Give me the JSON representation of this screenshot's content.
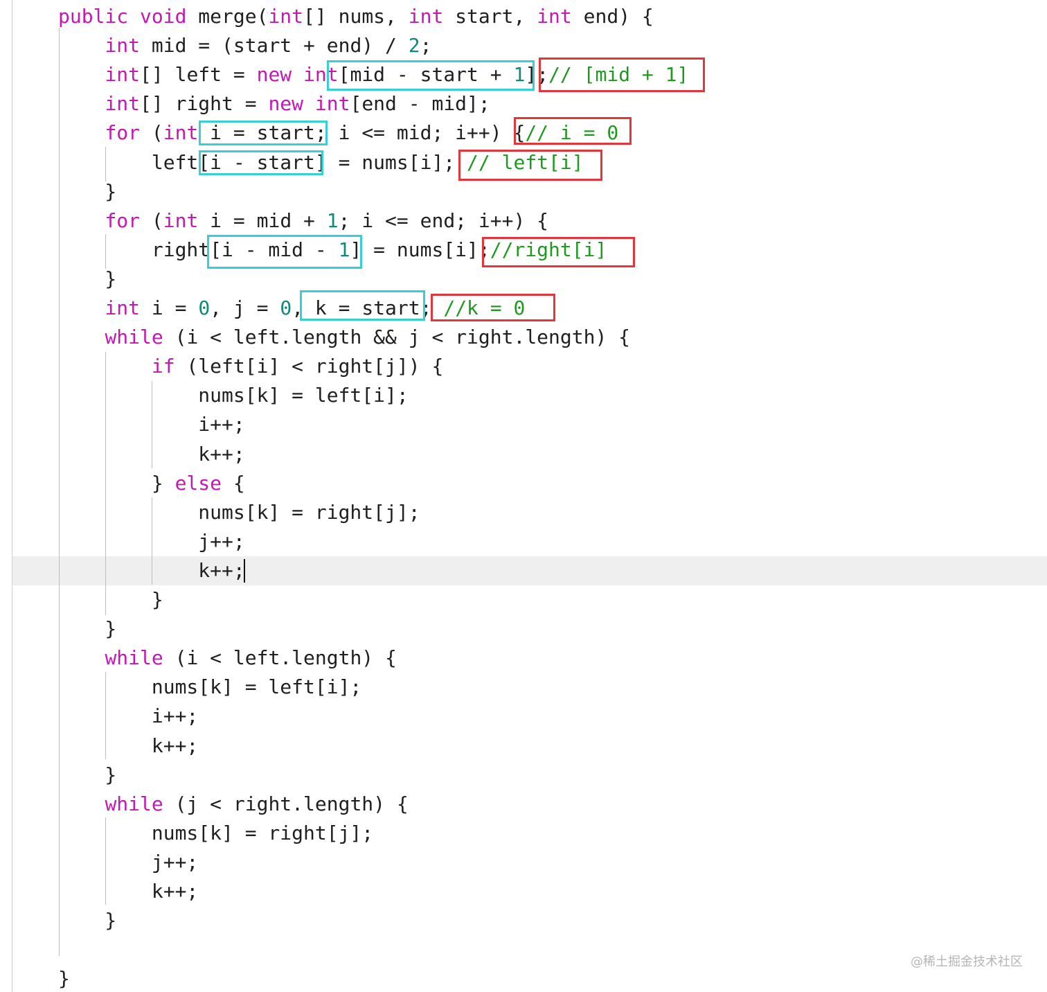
{
  "editor": {
    "code_lines": [
      {
        "tokens": [
          {
            "t": "public void ",
            "k": "kw"
          },
          {
            "t": "merge(",
            "k": "plain"
          },
          {
            "t": "int",
            "k": "kw"
          },
          {
            "t": "[] nums, ",
            "k": "plain"
          },
          {
            "t": "int",
            "k": "kw"
          },
          {
            "t": " start, ",
            "k": "plain"
          },
          {
            "t": "int",
            "k": "kw"
          },
          {
            "t": " end) {",
            "k": "plain"
          }
        ]
      },
      {
        "tokens": [
          {
            "t": "    ",
            "k": "plain"
          },
          {
            "t": "int",
            "k": "kw"
          },
          {
            "t": " mid = (start + end) / ",
            "k": "plain"
          },
          {
            "t": "2",
            "k": "num"
          },
          {
            "t": ";",
            "k": "plain"
          }
        ]
      },
      {
        "tokens": [
          {
            "t": "    ",
            "k": "plain"
          },
          {
            "t": "int",
            "k": "kw"
          },
          {
            "t": "[] left = ",
            "k": "plain"
          },
          {
            "t": "new int",
            "k": "kw"
          },
          {
            "t": "[mid - start + ",
            "k": "plain"
          },
          {
            "t": "1",
            "k": "num"
          },
          {
            "t": "];",
            "k": "plain"
          },
          {
            "t": "// [mid + 1]",
            "k": "com"
          }
        ]
      },
      {
        "tokens": [
          {
            "t": "    ",
            "k": "plain"
          },
          {
            "t": "int",
            "k": "kw"
          },
          {
            "t": "[] right = ",
            "k": "plain"
          },
          {
            "t": "new int",
            "k": "kw"
          },
          {
            "t": "[end - mid];",
            "k": "plain"
          }
        ]
      },
      {
        "tokens": [
          {
            "t": "    ",
            "k": "plain"
          },
          {
            "t": "for",
            "k": "kw"
          },
          {
            "t": " (",
            "k": "plain"
          },
          {
            "t": "int",
            "k": "kw"
          },
          {
            "t": " i = start; i <= mid; i++) {",
            "k": "plain"
          },
          {
            "t": "// i = 0",
            "k": "com"
          }
        ]
      },
      {
        "tokens": [
          {
            "t": "        left[i - start] = nums[i]; ",
            "k": "plain"
          },
          {
            "t": "// left[i]",
            "k": "com"
          }
        ]
      },
      {
        "tokens": [
          {
            "t": "    }",
            "k": "plain"
          }
        ]
      },
      {
        "tokens": [
          {
            "t": "    ",
            "k": "plain"
          },
          {
            "t": "for",
            "k": "kw"
          },
          {
            "t": " (",
            "k": "plain"
          },
          {
            "t": "int",
            "k": "kw"
          },
          {
            "t": " i = mid + ",
            "k": "plain"
          },
          {
            "t": "1",
            "k": "num"
          },
          {
            "t": "; i <= end; i++) {",
            "k": "plain"
          }
        ]
      },
      {
        "tokens": [
          {
            "t": "        right[i - mid - ",
            "k": "plain"
          },
          {
            "t": "1",
            "k": "num"
          },
          {
            "t": "] = nums[i];",
            "k": "plain"
          },
          {
            "t": "//right[i]",
            "k": "com"
          }
        ]
      },
      {
        "tokens": [
          {
            "t": "    }",
            "k": "plain"
          }
        ]
      },
      {
        "tokens": [
          {
            "t": "    ",
            "k": "plain"
          },
          {
            "t": "int",
            "k": "kw"
          },
          {
            "t": " i = ",
            "k": "plain"
          },
          {
            "t": "0",
            "k": "num"
          },
          {
            "t": ", j = ",
            "k": "plain"
          },
          {
            "t": "0",
            "k": "num"
          },
          {
            "t": ", k = start; ",
            "k": "plain"
          },
          {
            "t": "//k = 0",
            "k": "com"
          }
        ]
      },
      {
        "tokens": [
          {
            "t": "    ",
            "k": "plain"
          },
          {
            "t": "while",
            "k": "kw"
          },
          {
            "t": " (i < left.length && j < right.length) {",
            "k": "plain"
          }
        ]
      },
      {
        "tokens": [
          {
            "t": "        ",
            "k": "plain"
          },
          {
            "t": "if",
            "k": "kw"
          },
          {
            "t": " (left[i] < right[j]) {",
            "k": "plain"
          }
        ]
      },
      {
        "tokens": [
          {
            "t": "            nums[k] = left[i];",
            "k": "plain"
          }
        ]
      },
      {
        "tokens": [
          {
            "t": "            i++;",
            "k": "plain"
          }
        ]
      },
      {
        "tokens": [
          {
            "t": "            k++;",
            "k": "plain"
          }
        ]
      },
      {
        "tokens": [
          {
            "t": "        } ",
            "k": "plain"
          },
          {
            "t": "else",
            "k": "kw"
          },
          {
            "t": " {",
            "k": "plain"
          }
        ]
      },
      {
        "tokens": [
          {
            "t": "            nums[k] = right[j];",
            "k": "plain"
          }
        ]
      },
      {
        "tokens": [
          {
            "t": "            j++;",
            "k": "plain"
          }
        ]
      },
      {
        "tokens": [
          {
            "t": "            k++;",
            "k": "plain"
          }
        ]
      },
      {
        "tokens": [
          {
            "t": "        }",
            "k": "plain"
          }
        ]
      },
      {
        "tokens": [
          {
            "t": "    }",
            "k": "plain"
          }
        ]
      },
      {
        "tokens": [
          {
            "t": "    ",
            "k": "plain"
          },
          {
            "t": "while",
            "k": "kw"
          },
          {
            "t": " (i < left.length) {",
            "k": "plain"
          }
        ]
      },
      {
        "tokens": [
          {
            "t": "        nums[k] = left[i];",
            "k": "plain"
          }
        ]
      },
      {
        "tokens": [
          {
            "t": "        i++;",
            "k": "plain"
          }
        ]
      },
      {
        "tokens": [
          {
            "t": "        k++;",
            "k": "plain"
          }
        ]
      },
      {
        "tokens": [
          {
            "t": "    }",
            "k": "plain"
          }
        ]
      },
      {
        "tokens": [
          {
            "t": "    ",
            "k": "plain"
          },
          {
            "t": "while",
            "k": "kw"
          },
          {
            "t": " (j < right.length) {",
            "k": "plain"
          }
        ]
      },
      {
        "tokens": [
          {
            "t": "        nums[k] = right[j];",
            "k": "plain"
          }
        ]
      },
      {
        "tokens": [
          {
            "t": "        j++;",
            "k": "plain"
          }
        ]
      },
      {
        "tokens": [
          {
            "t": "        k++;",
            "k": "plain"
          }
        ]
      },
      {
        "tokens": [
          {
            "t": "    }",
            "k": "plain"
          }
        ]
      },
      {
        "tokens": [
          {
            "t": "",
            "k": "plain"
          }
        ]
      },
      {
        "tokens": [
          {
            "t": "}",
            "k": "plain"
          }
        ]
      }
    ],
    "current_line_number": 20
  },
  "colors": {
    "keyword": "#c517b4",
    "number": "#0f8a7a",
    "comment": "#1f9a1f",
    "plain": "#1f1f1f",
    "cyan_box": "#37cfd6",
    "red_box": "#e2353c"
  },
  "watermark": "@稀土掘金技术社区"
}
